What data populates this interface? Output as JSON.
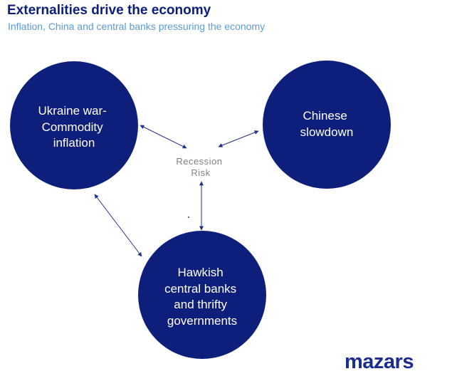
{
  "header": {
    "title": "Externalities drive the economy",
    "subtitle": "Inflation, China and central banks pressuring the economy"
  },
  "diagram": {
    "center": {
      "line1": "Recession",
      "line2": "Risk"
    },
    "nodes": [
      {
        "id": "ukraine",
        "lines": [
          "Ukraine war-",
          "Commodity",
          "inflation"
        ]
      },
      {
        "id": "china",
        "lines": [
          "Chinese",
          "slowdown"
        ]
      },
      {
        "id": "hawkish",
        "lines": [
          "Hawkish",
          "central banks",
          "and thrifty",
          "governments"
        ]
      }
    ],
    "colors": {
      "node_fill": "#0e1f7b",
      "arrow": "#1f2f8a",
      "center_text": "#808080"
    }
  },
  "logo": {
    "text": "mazars"
  }
}
